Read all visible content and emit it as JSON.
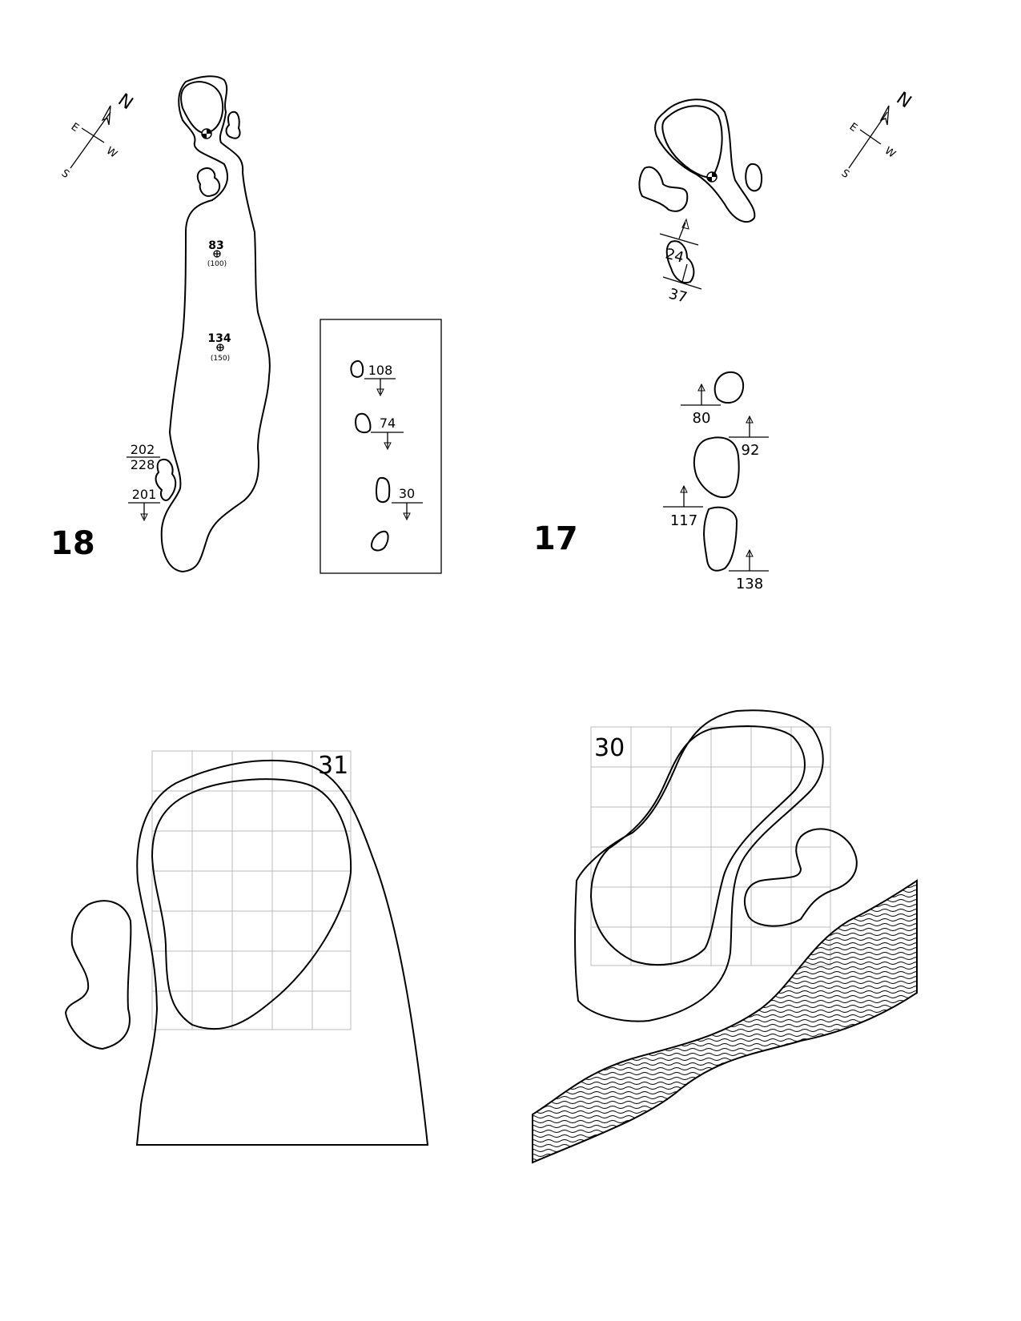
{
  "holes": {
    "h18": {
      "number": "18",
      "compass": {
        "n": "N",
        "e": "E",
        "w": "W",
        "s": "S"
      },
      "markers": [
        {
          "yards": "83",
          "sub": "(100)"
        },
        {
          "yards": "134",
          "sub": "(150)"
        }
      ],
      "bunker_left": {
        "top": "202",
        "bottom": "228",
        "carry": "201"
      },
      "inset_distances": [
        "108",
        "74",
        "30"
      ]
    },
    "h17": {
      "number": "17",
      "compass": {
        "n": "N",
        "e": "E",
        "w": "W",
        "s": "S"
      },
      "front_bunker": {
        "a": "24",
        "b": "37"
      },
      "distances": [
        "80",
        "92",
        "117",
        "138"
      ]
    }
  },
  "greens": [
    {
      "number": "31"
    },
    {
      "number": "30"
    }
  ],
  "colors": {
    "line": "#000000",
    "grid": "#bbbbbb"
  }
}
